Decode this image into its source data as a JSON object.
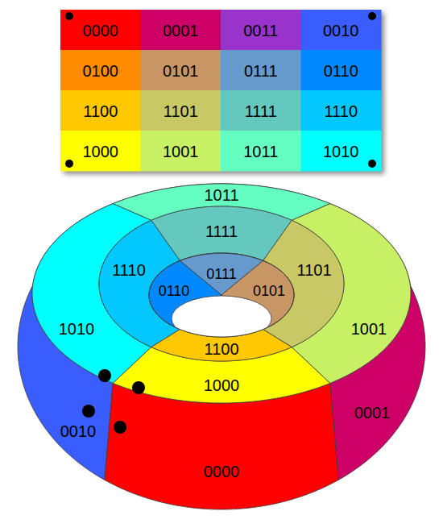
{
  "diagram": {
    "labels": [
      "0000",
      "0001",
      "0011",
      "0010",
      "0100",
      "0101",
      "0111",
      "0110",
      "1100",
      "1101",
      "1111",
      "1110",
      "1000",
      "1001",
      "1011",
      "1010",
      "1011",
      "1111",
      "1110",
      "1101",
      "0111",
      "0110",
      "0101",
      "1010",
      "1001",
      "1100",
      "1000",
      "0001",
      "0010",
      "0000"
    ]
  }
}
